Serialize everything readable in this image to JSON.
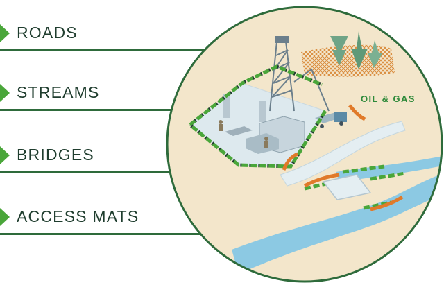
{
  "legend": {
    "items": [
      {
        "label": "ROADS"
      },
      {
        "label": "STREAMS"
      },
      {
        "label": "BRIDGES"
      },
      {
        "label": "ACCESS MATS"
      }
    ]
  },
  "scene": {
    "site_label": "OIL & GAS"
  },
  "colors": {
    "accent_green": "#4aa63a",
    "line_green": "#2e6b3b",
    "text_dark": "#1f3d2e",
    "ground": "#efe2c6",
    "water": "#8cc9e3",
    "orange_mat": "#e07a2a",
    "site_pad": "#dde9ee"
  }
}
